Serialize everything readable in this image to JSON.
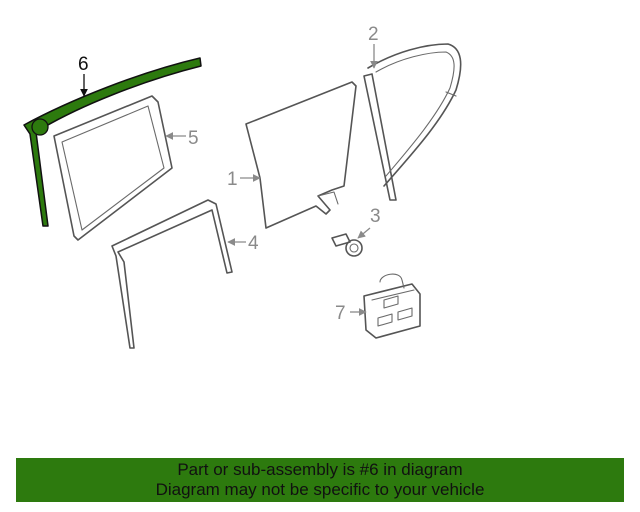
{
  "diagram": {
    "callouts": {
      "c1": "1",
      "c2": "2",
      "c3": "3",
      "c4": "4",
      "c5": "5",
      "c6": "6",
      "c7": "7"
    },
    "highlight_color": "#2d7a0e"
  },
  "banner": {
    "line1": "Part or sub-assembly is #6 in diagram",
    "line2": "Diagram may not be specific to your vehicle",
    "background": "#2d7a0e"
  }
}
